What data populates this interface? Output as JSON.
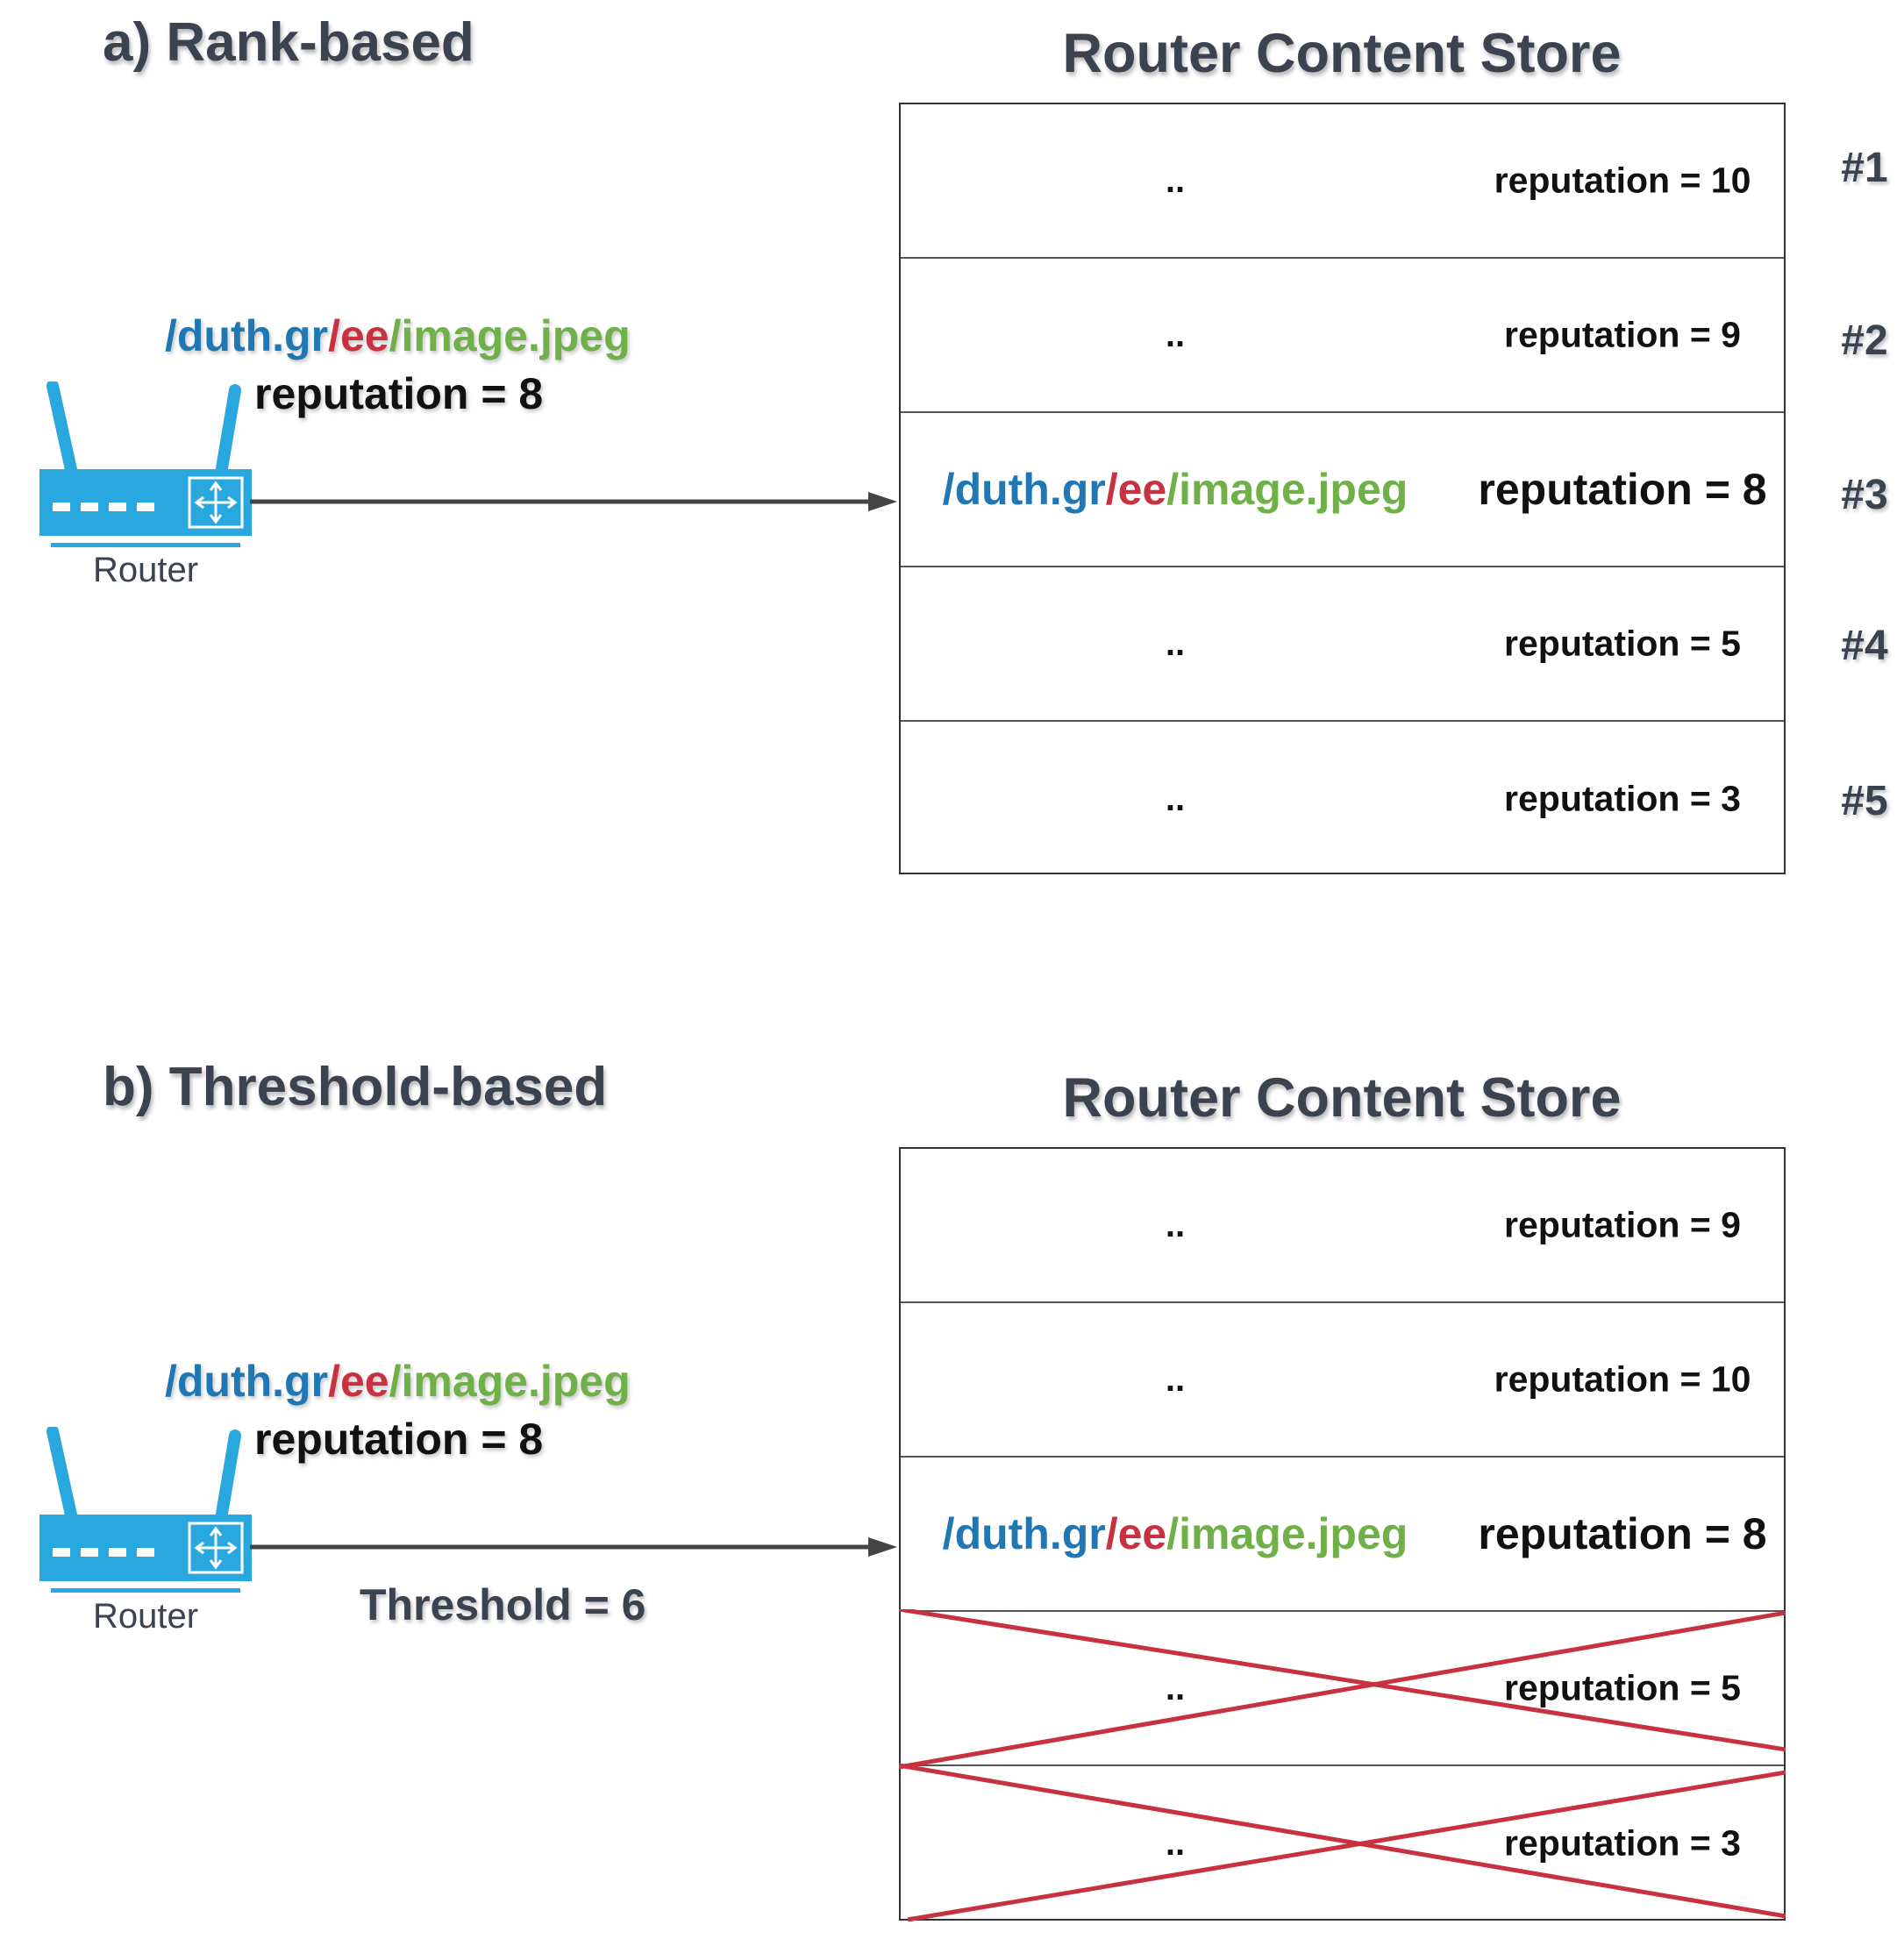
{
  "panel_a": {
    "title": "a) Rank-based",
    "store_title": "Router Content Store",
    "incoming": {
      "name_parts": [
        "/duth.gr",
        "/ee",
        "/image.jpeg"
      ],
      "reputation": "reputation = 8"
    },
    "router_label": "Router",
    "rows": [
      {
        "name": "..",
        "reputation": "reputation = 10",
        "rank": "#1"
      },
      {
        "name": "..",
        "reputation": "reputation = 9",
        "rank": "#2"
      },
      {
        "name_parts": [
          "/duth.gr",
          "/ee",
          "/image.jpeg"
        ],
        "reputation": "reputation = 8",
        "rank": "#3"
      },
      {
        "name": "..",
        "reputation": "reputation = 5",
        "rank": "#4"
      },
      {
        "name": "..",
        "reputation": "reputation = 3",
        "rank": "#5"
      }
    ]
  },
  "panel_b": {
    "title": "b) Threshold-based",
    "store_title": "Router Content Store",
    "incoming": {
      "name_parts": [
        "/duth.gr",
        "/ee",
        "/image.jpeg"
      ],
      "reputation": "reputation = 8"
    },
    "threshold": "Threshold = 6",
    "router_label": "Router",
    "rows": [
      {
        "name": "..",
        "reputation": "reputation = 9"
      },
      {
        "name": "..",
        "reputation": "reputation = 10"
      },
      {
        "name_parts": [
          "/duth.gr",
          "/ee",
          "/image.jpeg"
        ],
        "reputation": "reputation = 8"
      },
      {
        "name": "..",
        "reputation": "reputation = 5",
        "evicted": true
      },
      {
        "name": "..",
        "reputation": "reputation = 3",
        "evicted": true
      }
    ]
  },
  "colors": {
    "router_blue": "#29a8e0",
    "domain_blue": "#1f78b4",
    "segment_red": "#c8313f",
    "file_green": "#6fb048",
    "evict_red": "#c8313f",
    "title_gray": "#3b4250"
  },
  "icons": {
    "router": "router-icon",
    "arrow": "arrow-right-icon",
    "evict": "cross-out-mark"
  }
}
